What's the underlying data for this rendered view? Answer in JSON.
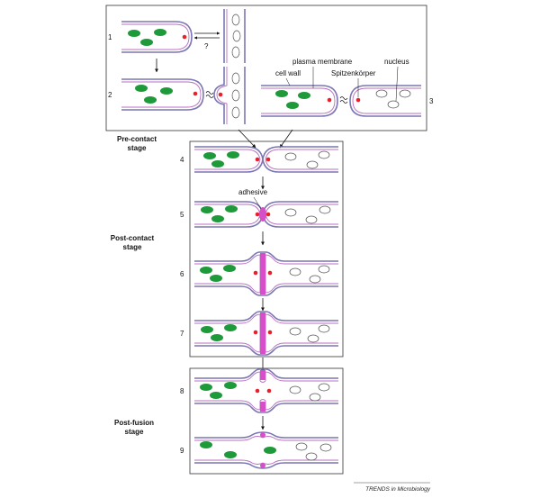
{
  "figure": {
    "step_numbers": [
      "1",
      "2",
      "3",
      "4",
      "5",
      "6",
      "7",
      "8",
      "9"
    ],
    "question_mark": "?",
    "labels": {
      "cell_wall": "cell wall",
      "plasma_membrane": "plasma membrane",
      "spitzenkorper": "Spitzenkörper",
      "nucleus": "nucleus",
      "adhesive": "adhesive"
    },
    "stages": {
      "pre_contact": [
        "Pre-contact",
        "stage"
      ],
      "post_contact": [
        "Post-contact",
        "stage"
      ],
      "post_fusion": [
        "Post-fusion",
        "stage"
      ]
    },
    "credit": "TRENDS in Microbiology",
    "colors": {
      "wall": "#7b76b4",
      "membrane": "#b86fc2",
      "nucleus_green": "#1f9a3a",
      "spitzenkorper_red": "#e8202a",
      "adhesive_magenta": "#d64fc8"
    }
  }
}
